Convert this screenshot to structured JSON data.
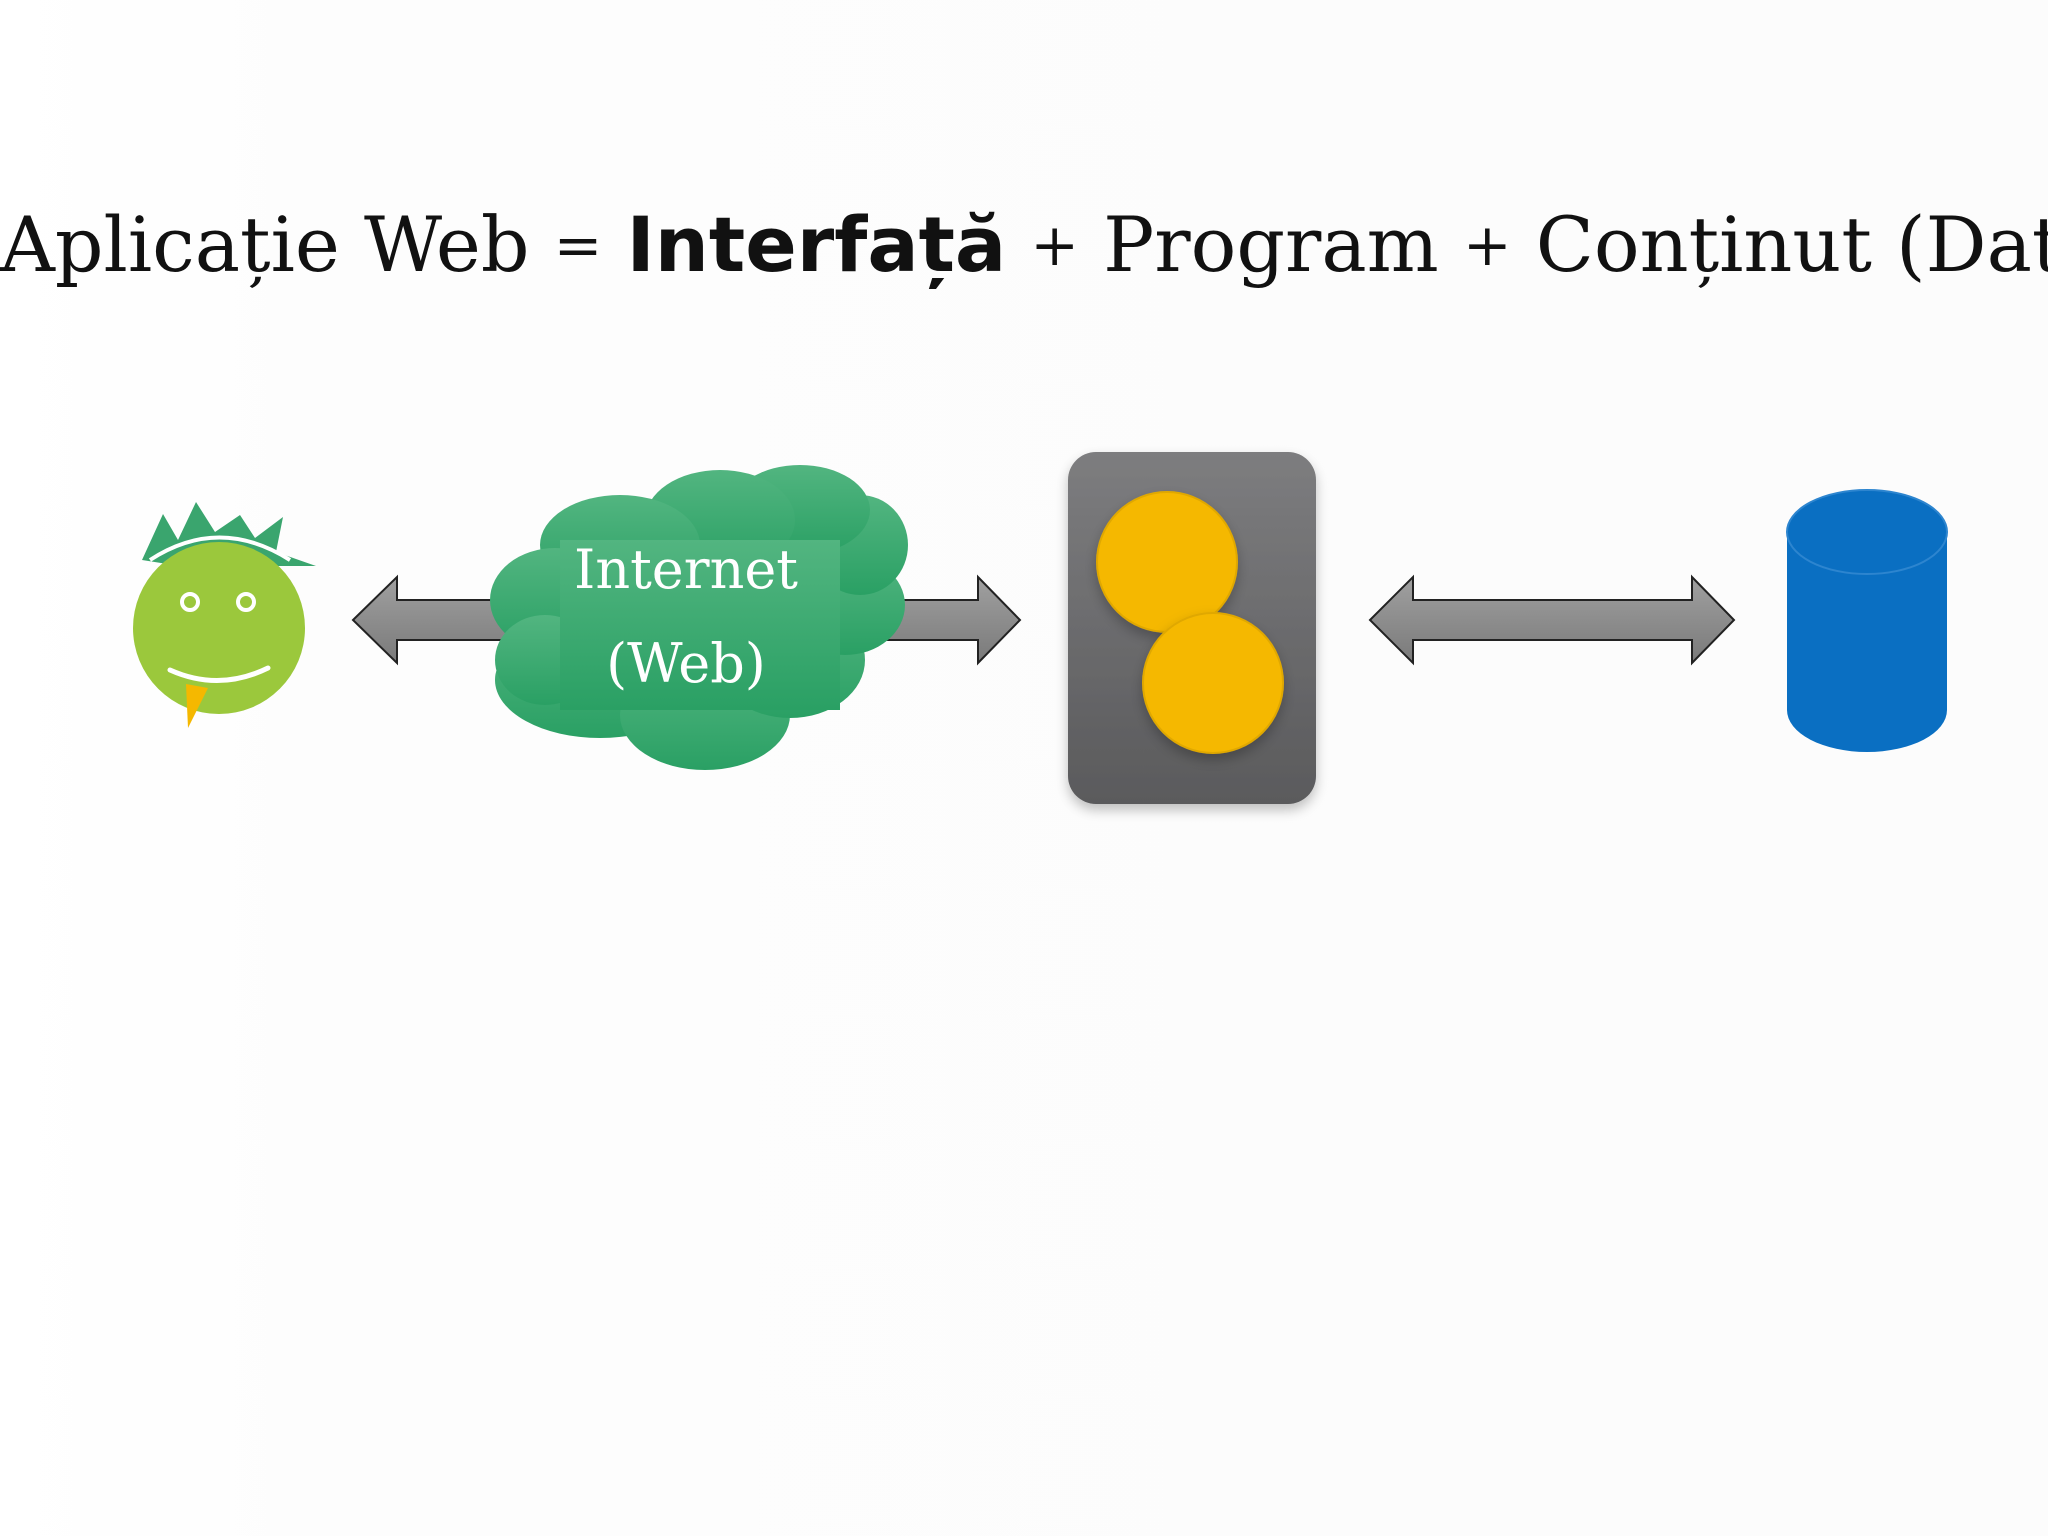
{
  "slide": {
    "title": {
      "part1": "Aplicație Web",
      "eq": "=",
      "part2": "Interfață",
      "plus1": "+",
      "part3": "Program",
      "plus2": "+",
      "part4": "Conținut (Date)"
    },
    "cloud": {
      "line1": "Internet",
      "line2": "(Web)"
    }
  },
  "colors": {
    "user_face": "#9bc83c",
    "user_hair": "#3aa56e",
    "cloud": "#3aa872",
    "server_body": "#6a6a6c",
    "server_disc": "#f5b800",
    "database": "#0a6fc2",
    "arrow": "#8c8c8c"
  },
  "icons": {
    "user": "smiley-user-icon",
    "network": "cloud-icon",
    "server": "server-program-icon",
    "data": "database-cylinder-icon"
  }
}
